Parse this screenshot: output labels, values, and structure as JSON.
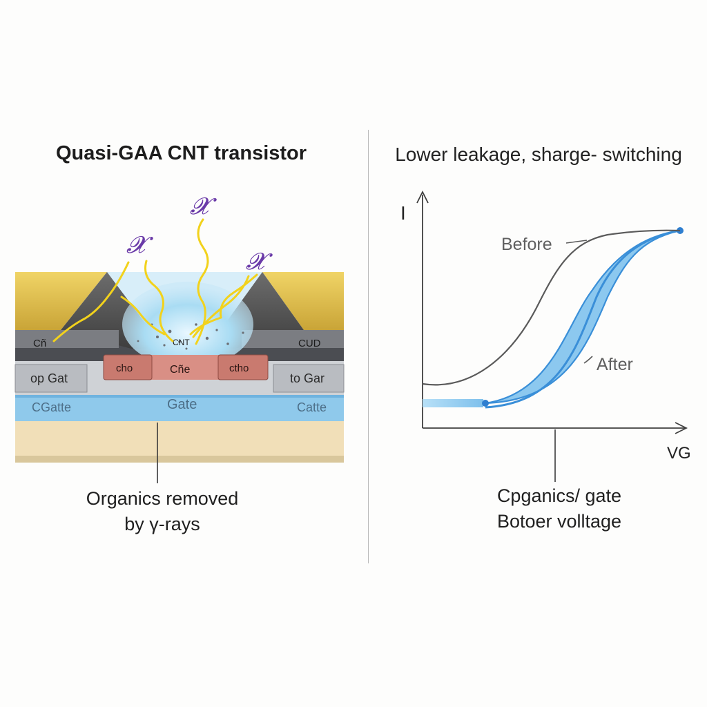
{
  "left_panel": {
    "title": "Quasi-GAA CNT transistor",
    "caption_line1": "Organics removed",
    "caption_line2": "by γ-rays",
    "labels": {
      "contact_left": "Cñ",
      "contact_center": "CNT",
      "contact_right": "CUD",
      "channel_left": "cho",
      "channel_center": "Cñe",
      "channel_right": "ctho",
      "gate_block_left": "op Gat",
      "gate_block_right": "to Gar",
      "gate_left": "CGatte",
      "gate_center": "Gate",
      "gate_right": "Catte"
    },
    "ray_symbols": [
      "𝓧",
      "𝓧",
      "𝓧"
    ]
  },
  "right_panel": {
    "title": "Lower leakage, sharge- switching",
    "caption_line1": "Cpganics/ gate",
    "caption_line2": "Botoer volltage",
    "chart_data": {
      "type": "line",
      "xlabel": "VG",
      "ylabel": "I",
      "series": [
        {
          "name": "Before",
          "color": "#5a5a5a"
        },
        {
          "name": "After",
          "color": "#3a8fd8"
        }
      ]
    }
  },
  "colors": {
    "gold": "#e6c24a",
    "blue_gate": "#8cc8ea",
    "curve_after": "#3a8fd8",
    "curve_before": "#5a5a5a",
    "ray": "#f2d21c",
    "ray_symbol": "#6a3aa8"
  }
}
